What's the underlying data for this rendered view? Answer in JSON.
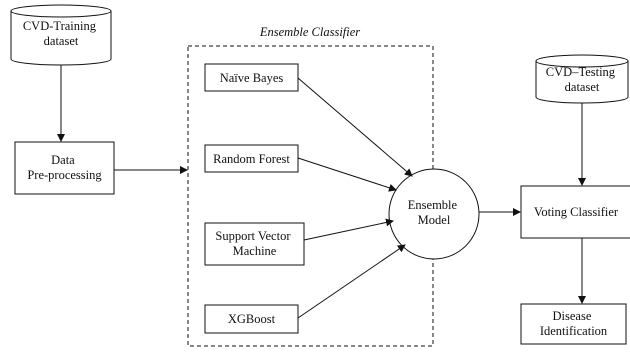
{
  "diagram": {
    "ensemble_title": "Ensemble Classifier",
    "nodes": {
      "cvd_training": [
        "CVD-Training",
        "dataset"
      ],
      "cvd_testing": [
        "CVD–Testing",
        "dataset"
      ],
      "data_preprocessing": [
        "Data",
        "Pre-processing"
      ],
      "naive_bayes": [
        "Naïve Bayes"
      ],
      "random_forest": [
        "Random Forest"
      ],
      "svm": [
        "Support Vector",
        "Machine"
      ],
      "xgboost": [
        "XGBoost"
      ],
      "ensemble_model": [
        "Ensemble",
        "Model"
      ],
      "voting_classifier": [
        "Voting Classifier"
      ],
      "disease_identification": [
        "Disease",
        "Identification"
      ]
    },
    "edges": [
      [
        "cvd_training",
        "data_preprocessing"
      ],
      [
        "data_preprocessing",
        "ensemble_classifier"
      ],
      [
        "naive_bayes",
        "ensemble_model"
      ],
      [
        "random_forest",
        "ensemble_model"
      ],
      [
        "svm",
        "ensemble_model"
      ],
      [
        "xgboost",
        "ensemble_model"
      ],
      [
        "ensemble_model",
        "voting_classifier"
      ],
      [
        "cvd_testing",
        "voting_classifier"
      ],
      [
        "voting_classifier",
        "disease_identification"
      ]
    ]
  }
}
